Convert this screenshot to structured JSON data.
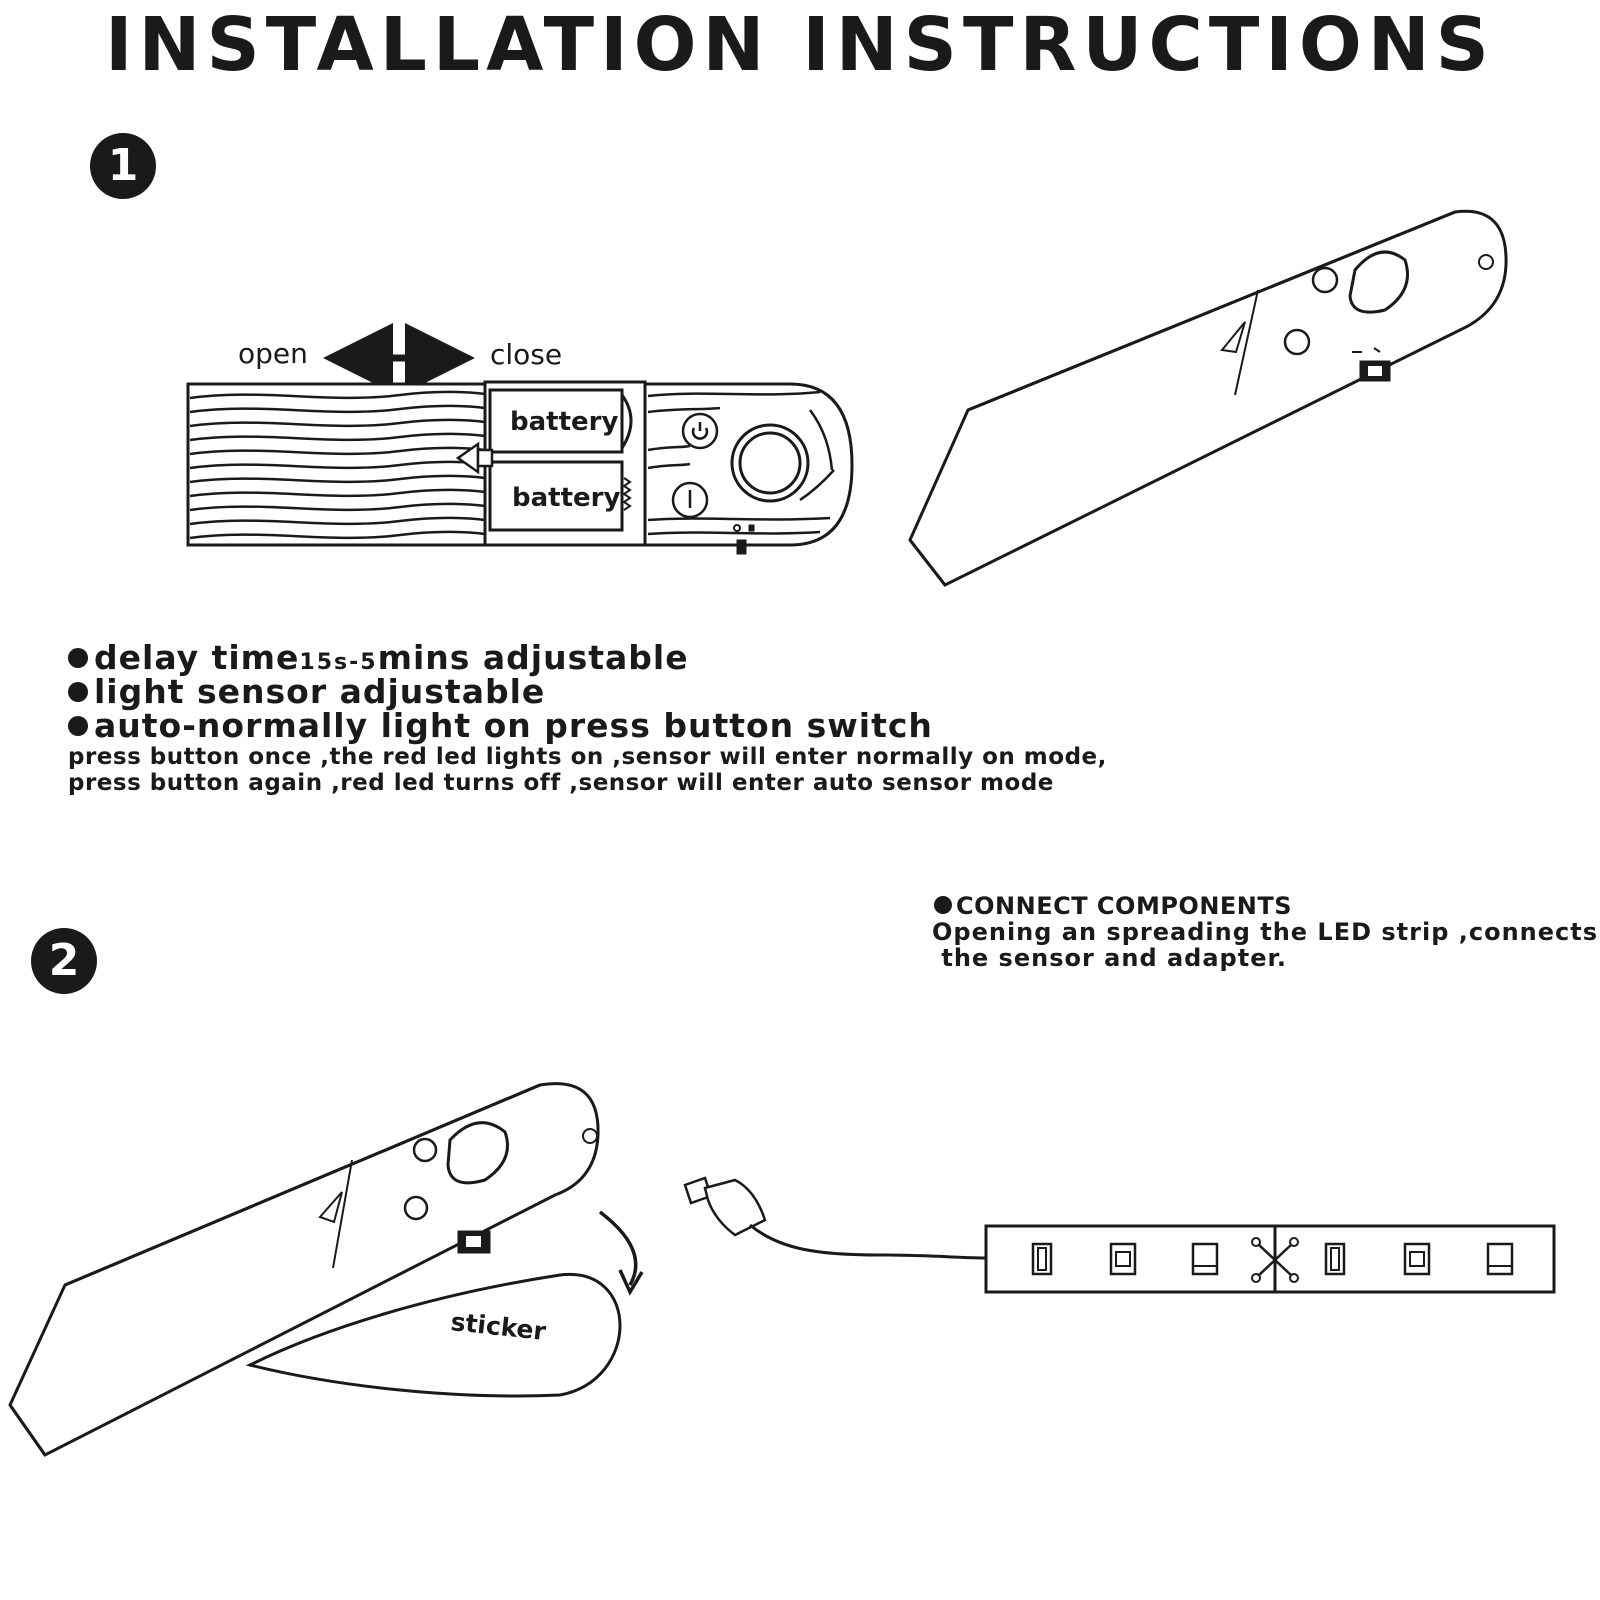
{
  "title": "INSTALLATION INSTRUCTIONS",
  "step1": {
    "number": "1",
    "open_label": "open",
    "close_label": "close",
    "battery_top": "battery",
    "battery_bottom": "battery"
  },
  "features": {
    "item1_main": "delay time",
    "item1_small": "15s-5",
    "item1_rest": "mins adjustable",
    "item2": "light sensor adjustable",
    "item3": "auto-normally light on press button switch",
    "note_line1": "press button once ,the red led lights on ,sensor will enter normally on mode,",
    "note_line2": "press button again ,red led turns off ,sensor will enter auto sensor mode"
  },
  "step2": {
    "number": "2",
    "sticker_label": "sticker",
    "connect_heading": "CONNECT COMPONENTS",
    "connect_line1": "Opening an spreading the LED strip ,connects",
    "connect_line2": " the sensor and adapter."
  },
  "colors": {
    "ink": "#1a1a1a",
    "background": "#ffffff"
  }
}
